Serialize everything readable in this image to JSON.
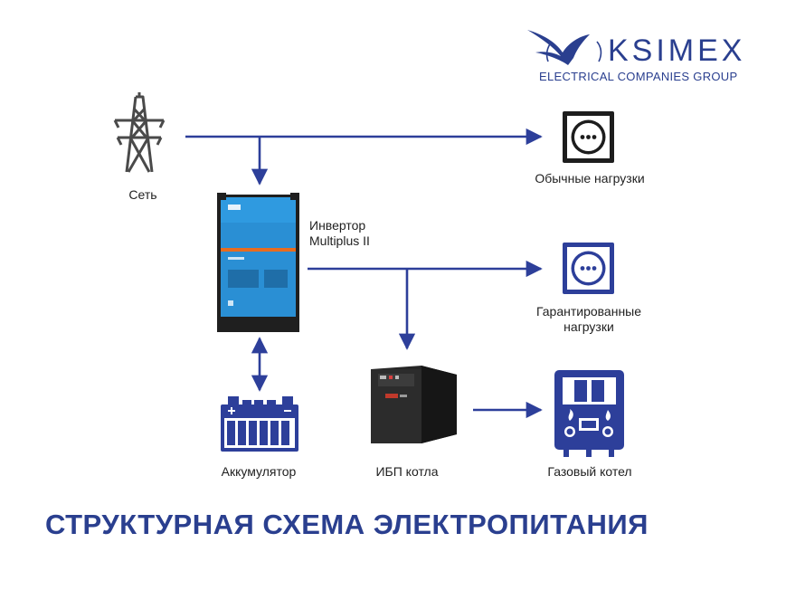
{
  "logo": {
    "name": "KSIMEX",
    "subtitle": "ELECTRICAL COMPANIES GROUP"
  },
  "nodes": {
    "grid": {
      "label": "Сеть"
    },
    "inverter": {
      "label_line1": "Инвертор",
      "label_line2": "Multiplus II"
    },
    "normal_loads": {
      "label": "Обычные нагрузки"
    },
    "guaranteed_loads": {
      "label_line1": "Гарантированные",
      "label_line2": "нагрузки"
    },
    "battery": {
      "label": "Аккумулятор"
    },
    "ups": {
      "label": "ИБП котла"
    },
    "boiler": {
      "label": "Газовый котел"
    }
  },
  "title": "СТРУКТУРНАЯ СХЕМА ЭЛЕКТРОПИТАНИЯ",
  "colors": {
    "accent": "#2a3f8f",
    "line": "#2d3f9a",
    "inverter_blue": "#2a8fd4",
    "dark": "#1e1e1e"
  }
}
